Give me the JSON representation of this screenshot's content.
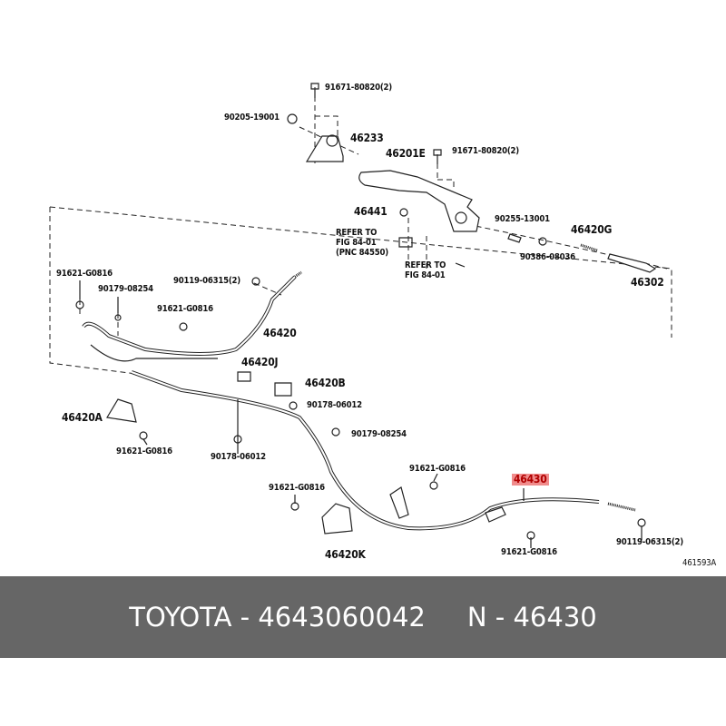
{
  "labels": {
    "bolt_top": "91671-80820(2)",
    "washer": "90205-19001",
    "bracket_46233": "46233",
    "lever": "46201E",
    "bolt_lever": "91671-80820(2)",
    "part_46441": "46441",
    "refer1_line1": "REFER TO",
    "refer1_line2": "FIG 84-01",
    "refer1_line3": "(PNC 84550)",
    "refer2_line1": "REFER TO",
    "refer2_line2": "FIG 84-01",
    "pin": "90255-13001",
    "spring": "46420G",
    "nut": "90386-08036",
    "equalizer": "46302",
    "bolt_left1": "91621-G0816",
    "clip_left": "90179-08254",
    "bolt_cable_top": "90119-06315(2)",
    "bolt_left2": "91621-G0816",
    "cable_46420": "46420",
    "bracket_46420J": "46420J",
    "bracket_46420B": "46420B",
    "grommet_right": "90178-06012",
    "bracket_46420A": "46420A",
    "clip_mid": "90179-08254",
    "bolt_left3": "91621-G0816",
    "grommet_left": "90178-06012",
    "bolt_mid": "91621-G0816",
    "cable_46430": "46430",
    "bolt_k": "91621-G0816",
    "bracket_46420K": "46420K",
    "bolt_right": "91621-G0816",
    "bolt_cable_end": "90119-06315(2)",
    "figure_code": "461593A"
  },
  "banner": {
    "brand_part": "TOYOTA - 4643060042",
    "pnc": "N - 46430"
  },
  "colors": {
    "highlight": "#f08c8c",
    "banner": "#666666"
  }
}
